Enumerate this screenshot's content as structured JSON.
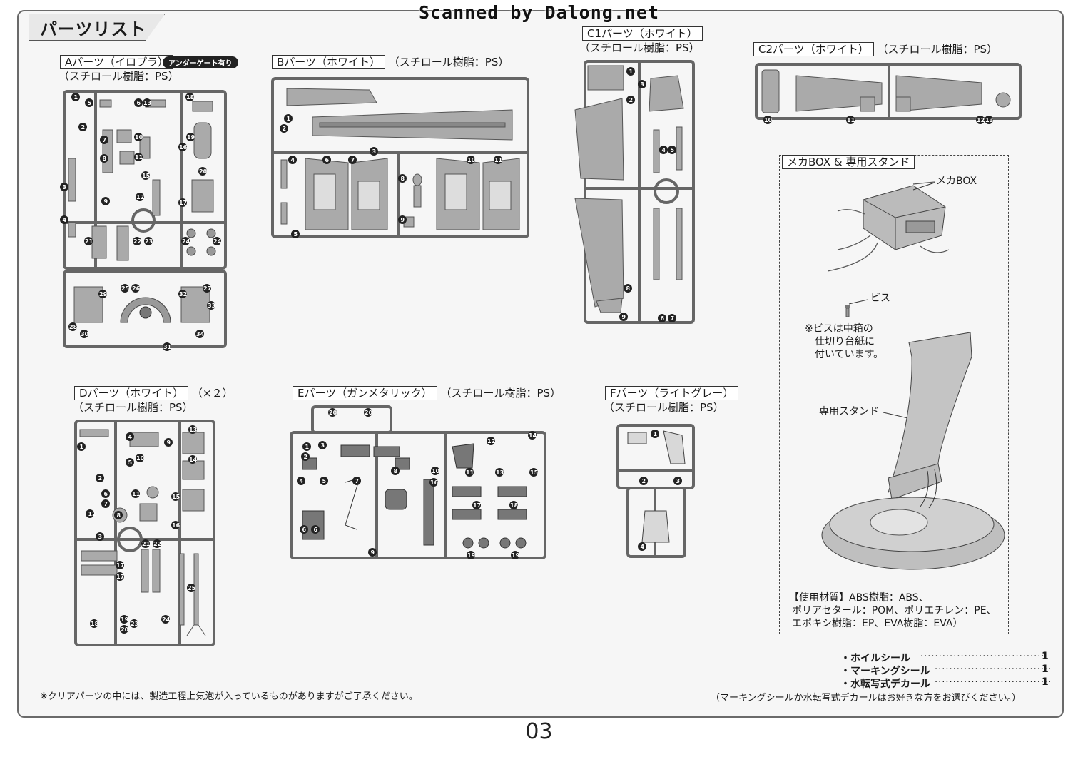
{
  "watermark": "Scanned by Dalong.net",
  "title": "パーツリスト",
  "sprues": {
    "a": {
      "label": "Aパーツ（イロプラ）",
      "badge": "アンダーゲート有り",
      "material": "（スチロール樹脂：PS）"
    },
    "b": {
      "label": "Bパーツ（ホワイト）",
      "material": "（スチロール樹脂：PS）"
    },
    "c1": {
      "label": "C1パーツ（ホワイト）",
      "material": "（スチロール樹脂：PS）"
    },
    "c2": {
      "label": "C2パーツ（ホワイト）",
      "material": "（スチロール樹脂：PS）"
    },
    "d": {
      "label": "Dパーツ（ホワイト）",
      "qty": "（×２）",
      "material": "（スチロール樹脂：PS）"
    },
    "e": {
      "label": "Eパーツ（ガンメタリック）",
      "material": "（スチロール樹脂：PS）"
    },
    "f": {
      "label": "Fパーツ（ライトグレー）",
      "material": "（スチロール樹脂：PS）"
    }
  },
  "mecha_box": {
    "section_title": "メカBOX & 専用スタンド",
    "box_label": "メカBOX",
    "screw_label": "ビス",
    "screw_note_1": "※ビスは中箱の",
    "screw_note_2": "仕切り台紙に",
    "screw_note_3": "付いています。",
    "stand_label": "専用スタンド",
    "materials_1": "【使用材質】ABS樹脂：ABS、",
    "materials_2": "ポリアセタール：POM、ポリエチレン：PE、",
    "materials_3": "エポキシ樹脂：EP、EVA樹脂：EVA）"
  },
  "accessories": [
    {
      "name": "・ホイルシール",
      "qty": "1"
    },
    {
      "name": "・マーキングシール",
      "qty": "1"
    },
    {
      "name": "・水転写式デカール",
      "qty": "1"
    }
  ],
  "footer_note_left": "※クリアパーツの中には、製造工程上気泡が入っているものがありますがご了承ください。",
  "footer_note_right": "（マーキングシールか水転写式デカールはお好きな方をお選びください。）",
  "page_number": "03"
}
